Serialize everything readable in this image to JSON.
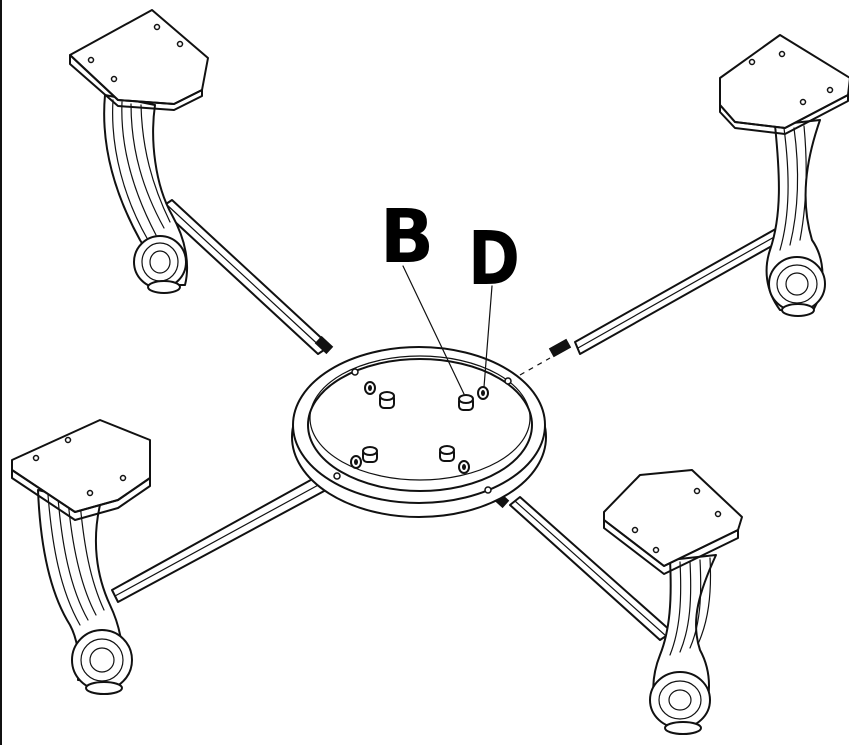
{
  "labels": {
    "part_b": "B",
    "part_d": "D"
  },
  "colors": {
    "line": "#111111",
    "background": "#ffffff"
  },
  "parts": [
    "leg",
    "cross-bar",
    "center-ring",
    "bolt",
    "washer"
  ]
}
